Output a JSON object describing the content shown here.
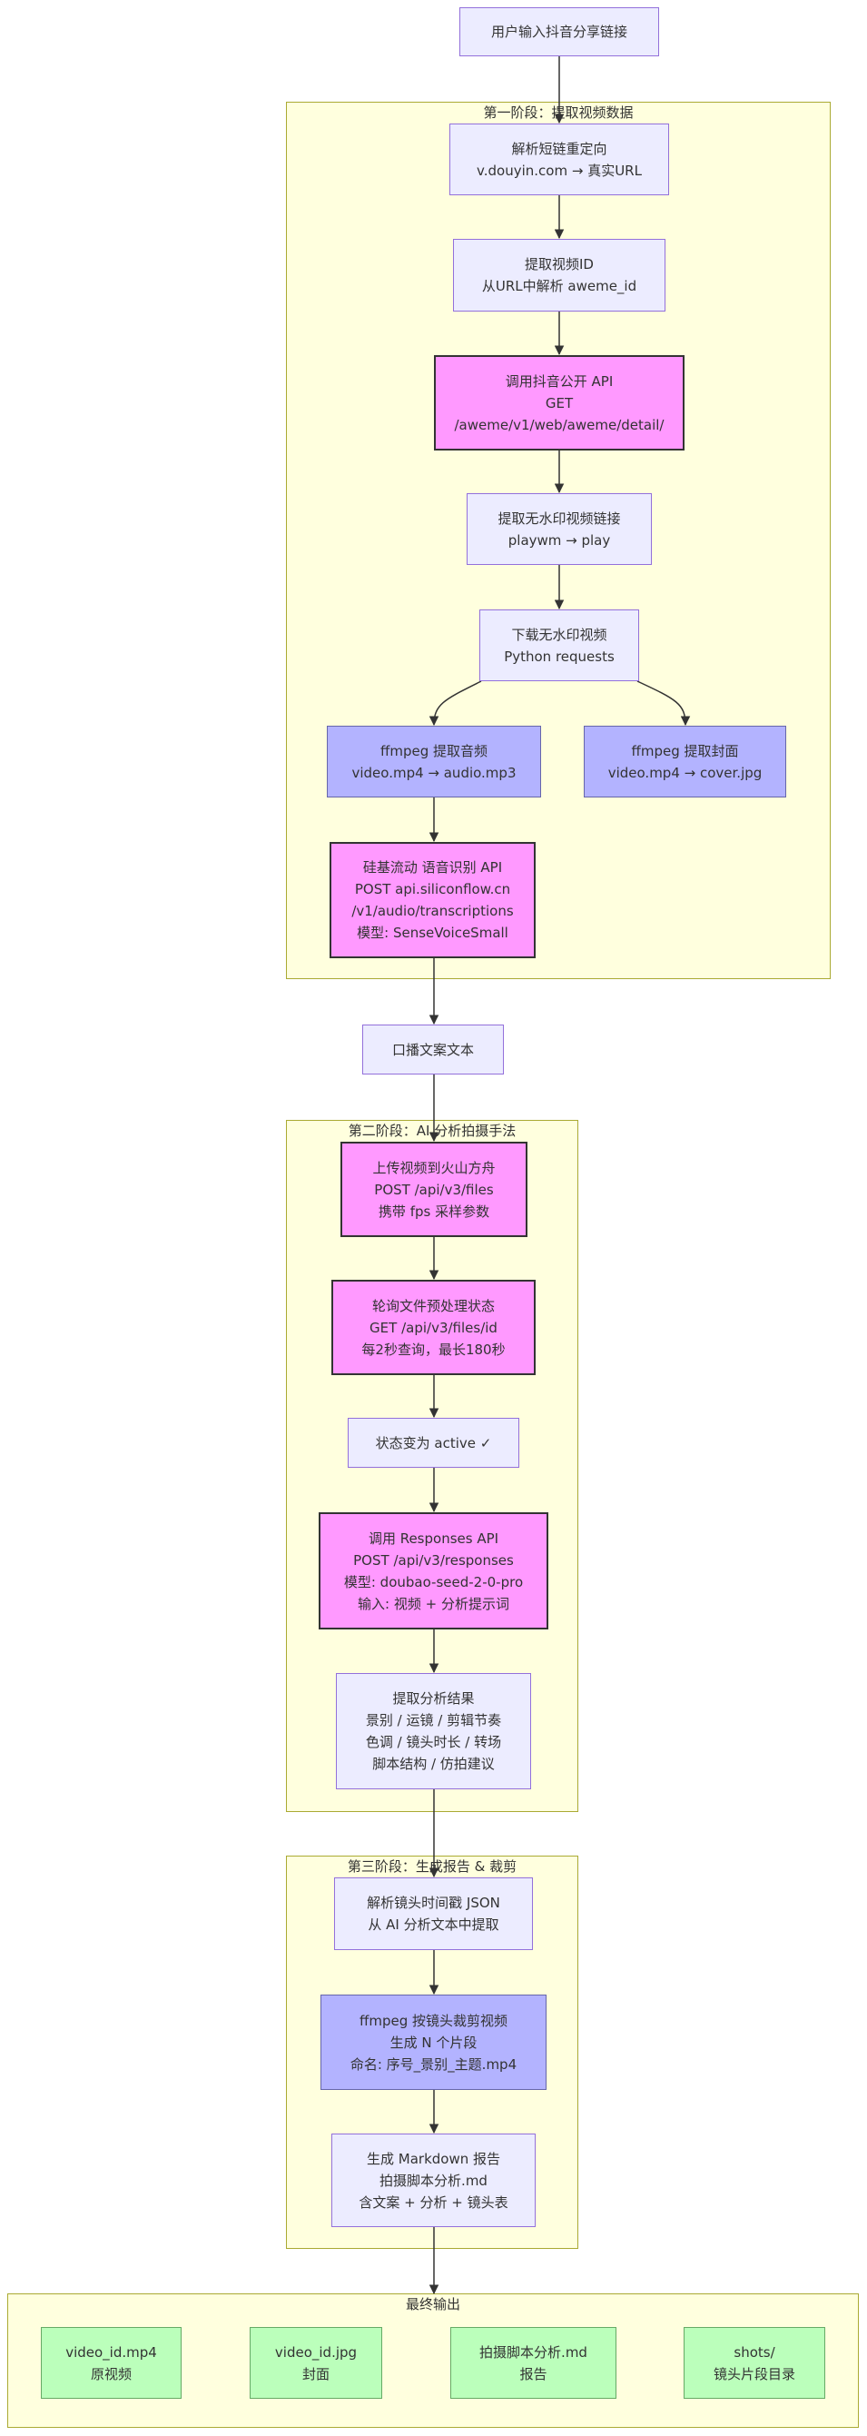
{
  "nodes": {
    "input": [
      "用户输入抖音分享链接"
    ],
    "redirect": [
      "解析短链重定向",
      "v.douyin.com → 真实URL"
    ],
    "extract_id": [
      "提取视频ID",
      "从URL中解析 aweme_id"
    ],
    "call_api": [
      "调用抖音公开 API",
      "GET",
      "/aweme/v1/web/aweme/detail/"
    ],
    "nowm_link": [
      "提取无水印视频链接",
      "playwm → play"
    ],
    "download": [
      "下载无水印视频",
      "Python requests"
    ],
    "audio": [
      "ffmpeg 提取音频",
      "video.mp4 → audio.mp3"
    ],
    "cover": [
      "ffmpeg 提取封面",
      "video.mp4 → cover.jpg"
    ],
    "asr": [
      "硅基流动 语音识别 API",
      "POST api.siliconflow.cn",
      "/v1/audio/transcriptions",
      "模型: SenseVoiceSmall"
    ],
    "transcript": [
      "口播文案文本"
    ],
    "upload": [
      "上传视频到火山方舟",
      "POST /api/v3/files",
      "携带 fps 采样参数"
    ],
    "poll": [
      "轮询文件预处理状态",
      "GET /api/v3/files/id",
      "每2秒查询，最长180秒"
    ],
    "active": [
      "状态变为 active ✓"
    ],
    "responses": [
      "调用 Responses API",
      "POST /api/v3/responses",
      "模型: doubao-seed-2-0-pro",
      "输入: 视频 + 分析提示词"
    ],
    "result": [
      "提取分析结果",
      "景别 / 运镜 / 剪辑节奏",
      "色调 / 镜头时长 / 转场",
      "脚本结构 / 仿拍建议"
    ],
    "parse_json": [
      "解析镜头时间戳 JSON",
      "从 AI 分析文本中提取"
    ],
    "cut": [
      "ffmpeg 按镜头裁剪视频",
      "生成 N 个片段",
      "命名: 序号_景别_主题.mp4"
    ],
    "report": [
      "生成 Markdown 报告",
      "拍摄脚本分析.md",
      "含文案 + 分析 + 镜头表"
    ],
    "out_video": [
      "video_id.mp4",
      "原视频"
    ],
    "out_cover": [
      "video_id.jpg",
      "封面"
    ],
    "out_md": [
      "拍摄脚本分析.md",
      "报告"
    ],
    "out_shots": [
      "shots/",
      "镜头片段目录"
    ]
  },
  "clusters": {
    "stage1": "第一阶段：提取视频数据",
    "stage2": "第二阶段：AI 分析拍摄手法",
    "stage3": "第三阶段：生成报告 & 裁剪",
    "final": "最终输出"
  },
  "colors": {
    "cluster_fill": "#ffffde",
    "node_default": "#ececff",
    "node_api": "#ff99ff",
    "node_ffmpeg": "#b3b3ff",
    "node_output": "#bbffbb"
  }
}
